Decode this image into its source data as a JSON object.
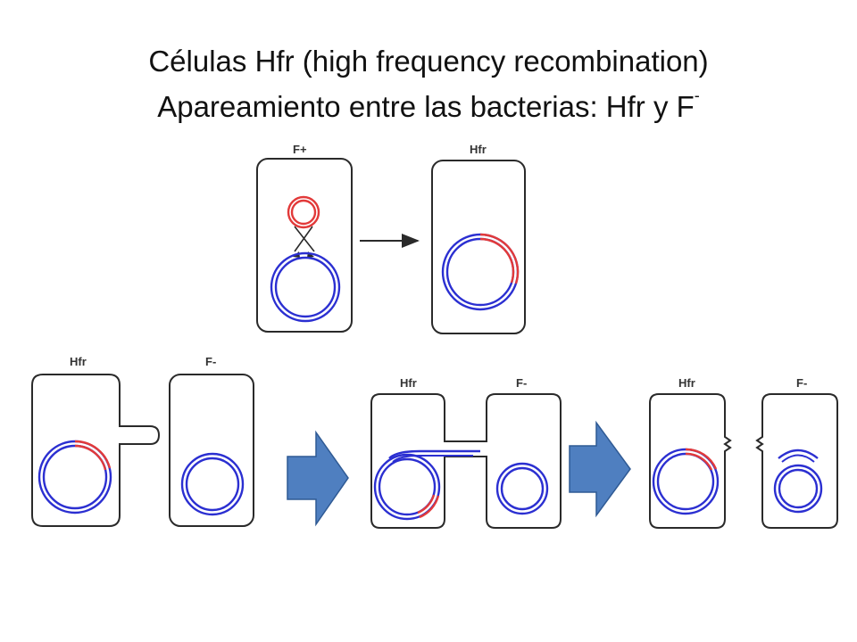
{
  "title": {
    "line1": "Células Hfr (high frequency recombination)",
    "line2_main": "Apareamiento entre las bacterias: Hfr y F",
    "line2_sup": "-"
  },
  "labels": {
    "fplus": "F+",
    "hfr": "Hfr",
    "fminus": "F-"
  },
  "colors": {
    "chromosome": "#2b2fd1",
    "plasmid": "#e23a3a",
    "arrow": "#4f7fc0"
  }
}
